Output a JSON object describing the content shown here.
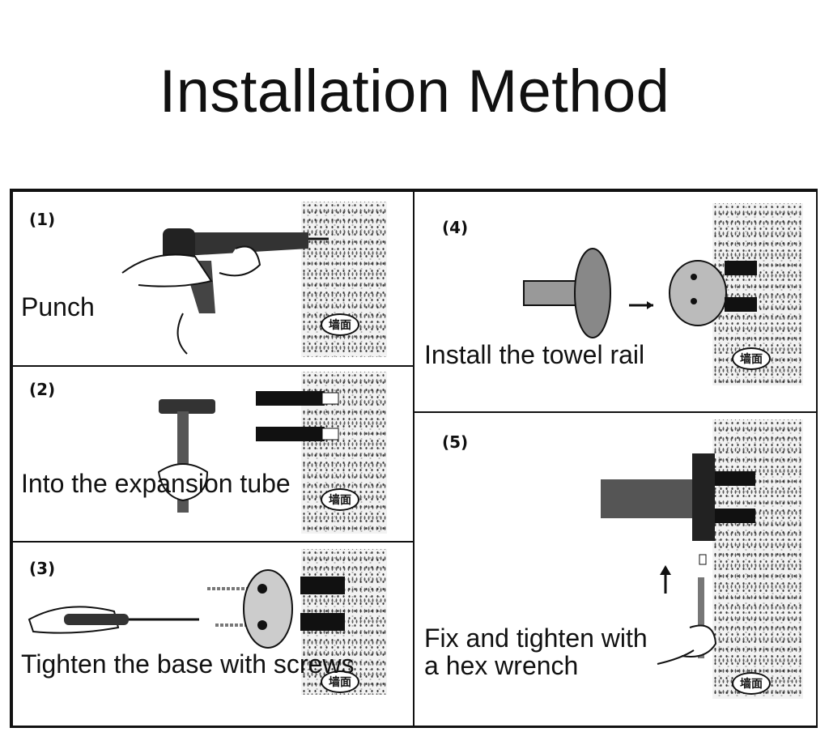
{
  "title": "Installation Method",
  "wall_label": "墙面",
  "steps": [
    {
      "number": "(1)",
      "caption": "Punch"
    },
    {
      "number": "(2)",
      "caption": "Into the expansion tube"
    },
    {
      "number": "(3)",
      "caption": "Tighten the base with screws"
    },
    {
      "number": "(4)",
      "caption": "Install the towel rail"
    },
    {
      "number": "(5)",
      "caption": "Fix and tighten with",
      "caption2": "a hex wrench"
    }
  ]
}
